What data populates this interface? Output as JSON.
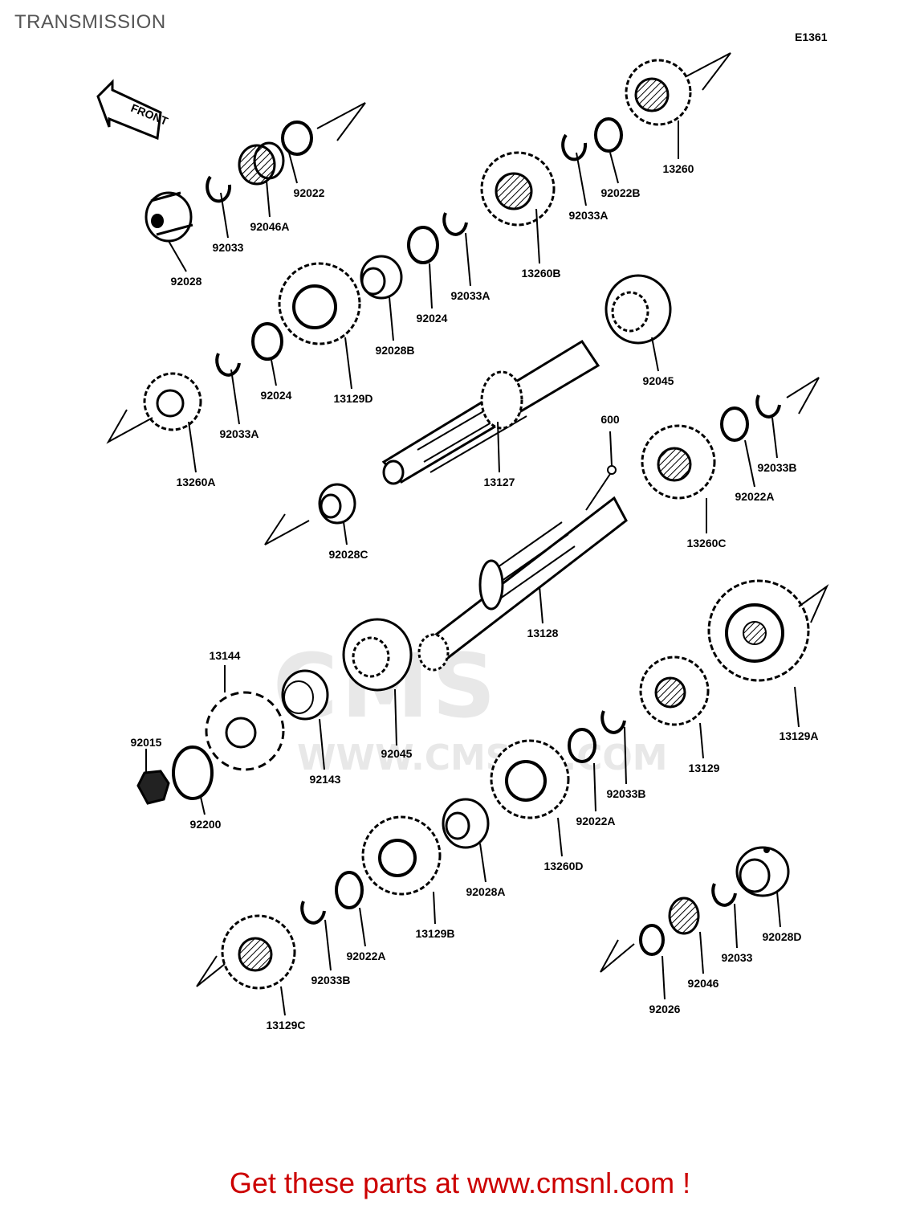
{
  "header": {
    "title": "TRANSMISSION",
    "diagram_code": "E1361"
  },
  "front_arrow_label": "FRONT",
  "watermark": {
    "brand": "CMS",
    "url": "WWW.CMSNL.COM"
  },
  "callouts": [
    "92022",
    "92046A",
    "92033",
    "92028",
    "13260",
    "92022B",
    "92033A",
    "13260B",
    "92033A",
    "92024",
    "92028B",
    "13129D",
    "92024",
    "92033A",
    "13260A",
    "92045",
    "13127",
    "600",
    "92033B",
    "92022A",
    "13260C",
    "92028C",
    "13128",
    "13129A",
    "13144",
    "92015",
    "92200",
    "92143",
    "92045",
    "13129",
    "92033B",
    "92022A",
    "13260D",
    "92028A",
    "13129B",
    "92022A",
    "92033B",
    "13129C",
    "92028D",
    "92033",
    "92046",
    "92026"
  ],
  "footer": {
    "link_text": "Get these parts at www.cmsnl.com !"
  },
  "colors": {
    "footer_link": "#cc0000",
    "line_art": "#000000",
    "title": "#555555"
  }
}
